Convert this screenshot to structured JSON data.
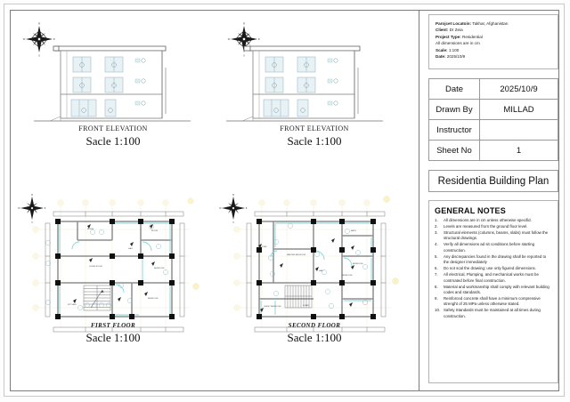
{
  "sheet": {
    "drawings": [
      {
        "id": "front-elevation-1",
        "title": "FRONT ELEVATION",
        "scale": "Sacle 1:100",
        "compass": "north-arrow"
      },
      {
        "id": "front-elevation-2",
        "title": "FRONT ELEVATION",
        "scale": "Sacle 1:100",
        "compass": "north-arrow"
      },
      {
        "id": "first-floor-plan",
        "title": "FIRST FLOOR",
        "scale": "Sacle 1:100",
        "compass": "north-arrow"
      },
      {
        "id": "second-floor-plan",
        "title": "SECOND  FLOOR",
        "scale": "Sacle 1:100",
        "compass": "north-arrow"
      }
    ]
  },
  "title_block": {
    "info": {
      "location_label": "Parojcet Locatoin:",
      "location_value": "Takhar, Afghanistan",
      "client_label": "Client:",
      "client_value": "Dr Zeia",
      "project_type_label": "Project Type:",
      "project_type_value": "Residential",
      "dimensions_note": "All dimensions are in cm",
      "scale_label": "Scale:",
      "scale_value": "1:100",
      "date_label": "Date:",
      "date_value": "2025/10/9"
    },
    "meta_rows": [
      {
        "key": "Date",
        "value": "2025/10/9"
      },
      {
        "key": "Drawn By",
        "value": "MILLAD"
      },
      {
        "key": "Instructor",
        "value": ""
      },
      {
        "key": "Sheet No",
        "value": "1"
      }
    ],
    "sheet_title": "Residentia Building Plan",
    "notes_heading": "GENERAL NOTES",
    "notes": [
      {
        "num": "1.",
        "text": "All dimensions are in cm unless otherwise specifid."
      },
      {
        "num": "2.",
        "text": "Levels are measured from the ground floor level."
      },
      {
        "num": "3.",
        "text": "Structural elements (columns, beams, slabs) must follow the structural drawings."
      },
      {
        "num": "4.",
        "text": "Verify all dimensions ad sit conditions before starting construction."
      },
      {
        "num": "5.",
        "text": "Any discrepancies found in the drawing shall be reported to the designer immediately"
      },
      {
        "num": "6.",
        "text": "Do not scal the drawing; use only figured dimensions."
      },
      {
        "num": "7.",
        "text": "All electrical, Plumping, and mechanical works must be contrnated before final construction."
      },
      {
        "num": "8.",
        "text": "Material and workmanship shall comply with relevant building codes and standards."
      },
      {
        "num": "9.",
        "text": "Reinforced concrete shall have a minimum compressive strenght of 25 MPa unless otherwise stated."
      },
      {
        "num": "10.",
        "text": "Safety Standards must be maintained at all times during construction."
      }
    ]
  },
  "colors": {
    "ink": "#1a1a1a",
    "frame": "#7d7d7d",
    "wall": "#8a8a8a",
    "column": "#101010",
    "accent_cyan": "#7fd4d4",
    "window_blue": "#b9ccd6",
    "grid_yellow": "#f2e6a8",
    "paper": "#ffffff"
  }
}
